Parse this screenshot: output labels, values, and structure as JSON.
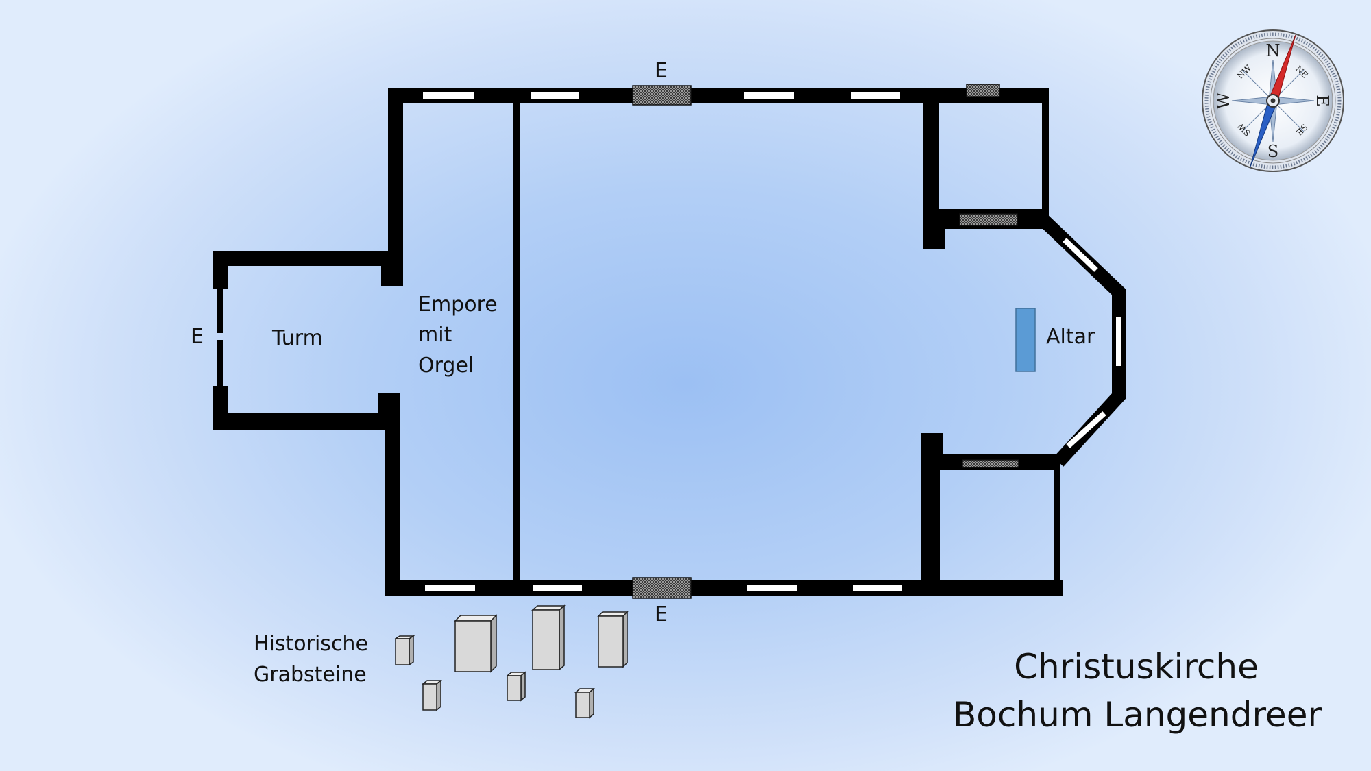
{
  "labels": {
    "entrance_north": "E",
    "entrance_south": "E",
    "entrance_west": "E",
    "tower": "Turm",
    "gallery_line1": "Empore",
    "gallery_line2": "mit",
    "gallery_line3": "Orgel",
    "altar": "Altar",
    "gravestones_line1": "Historische",
    "gravestones_line2": "Grabsteine"
  },
  "title": {
    "line1": "Christuskirche",
    "line2": "Bochum Langendreer"
  },
  "compass": {
    "cardinals": [
      "N",
      "E",
      "S",
      "W"
    ],
    "intercardinals": [
      "NE",
      "SE",
      "SW",
      "NW"
    ]
  },
  "colors": {
    "wall": "#000000",
    "window": "#ffffff",
    "door_hatch": "#8a8a8a",
    "altar_fill": "#5b9bd5",
    "altar_stroke": "#41719c",
    "gravestone": "#d9d9d9",
    "needle_north": "#d42a2a",
    "needle_south": "#2a5fc4"
  }
}
